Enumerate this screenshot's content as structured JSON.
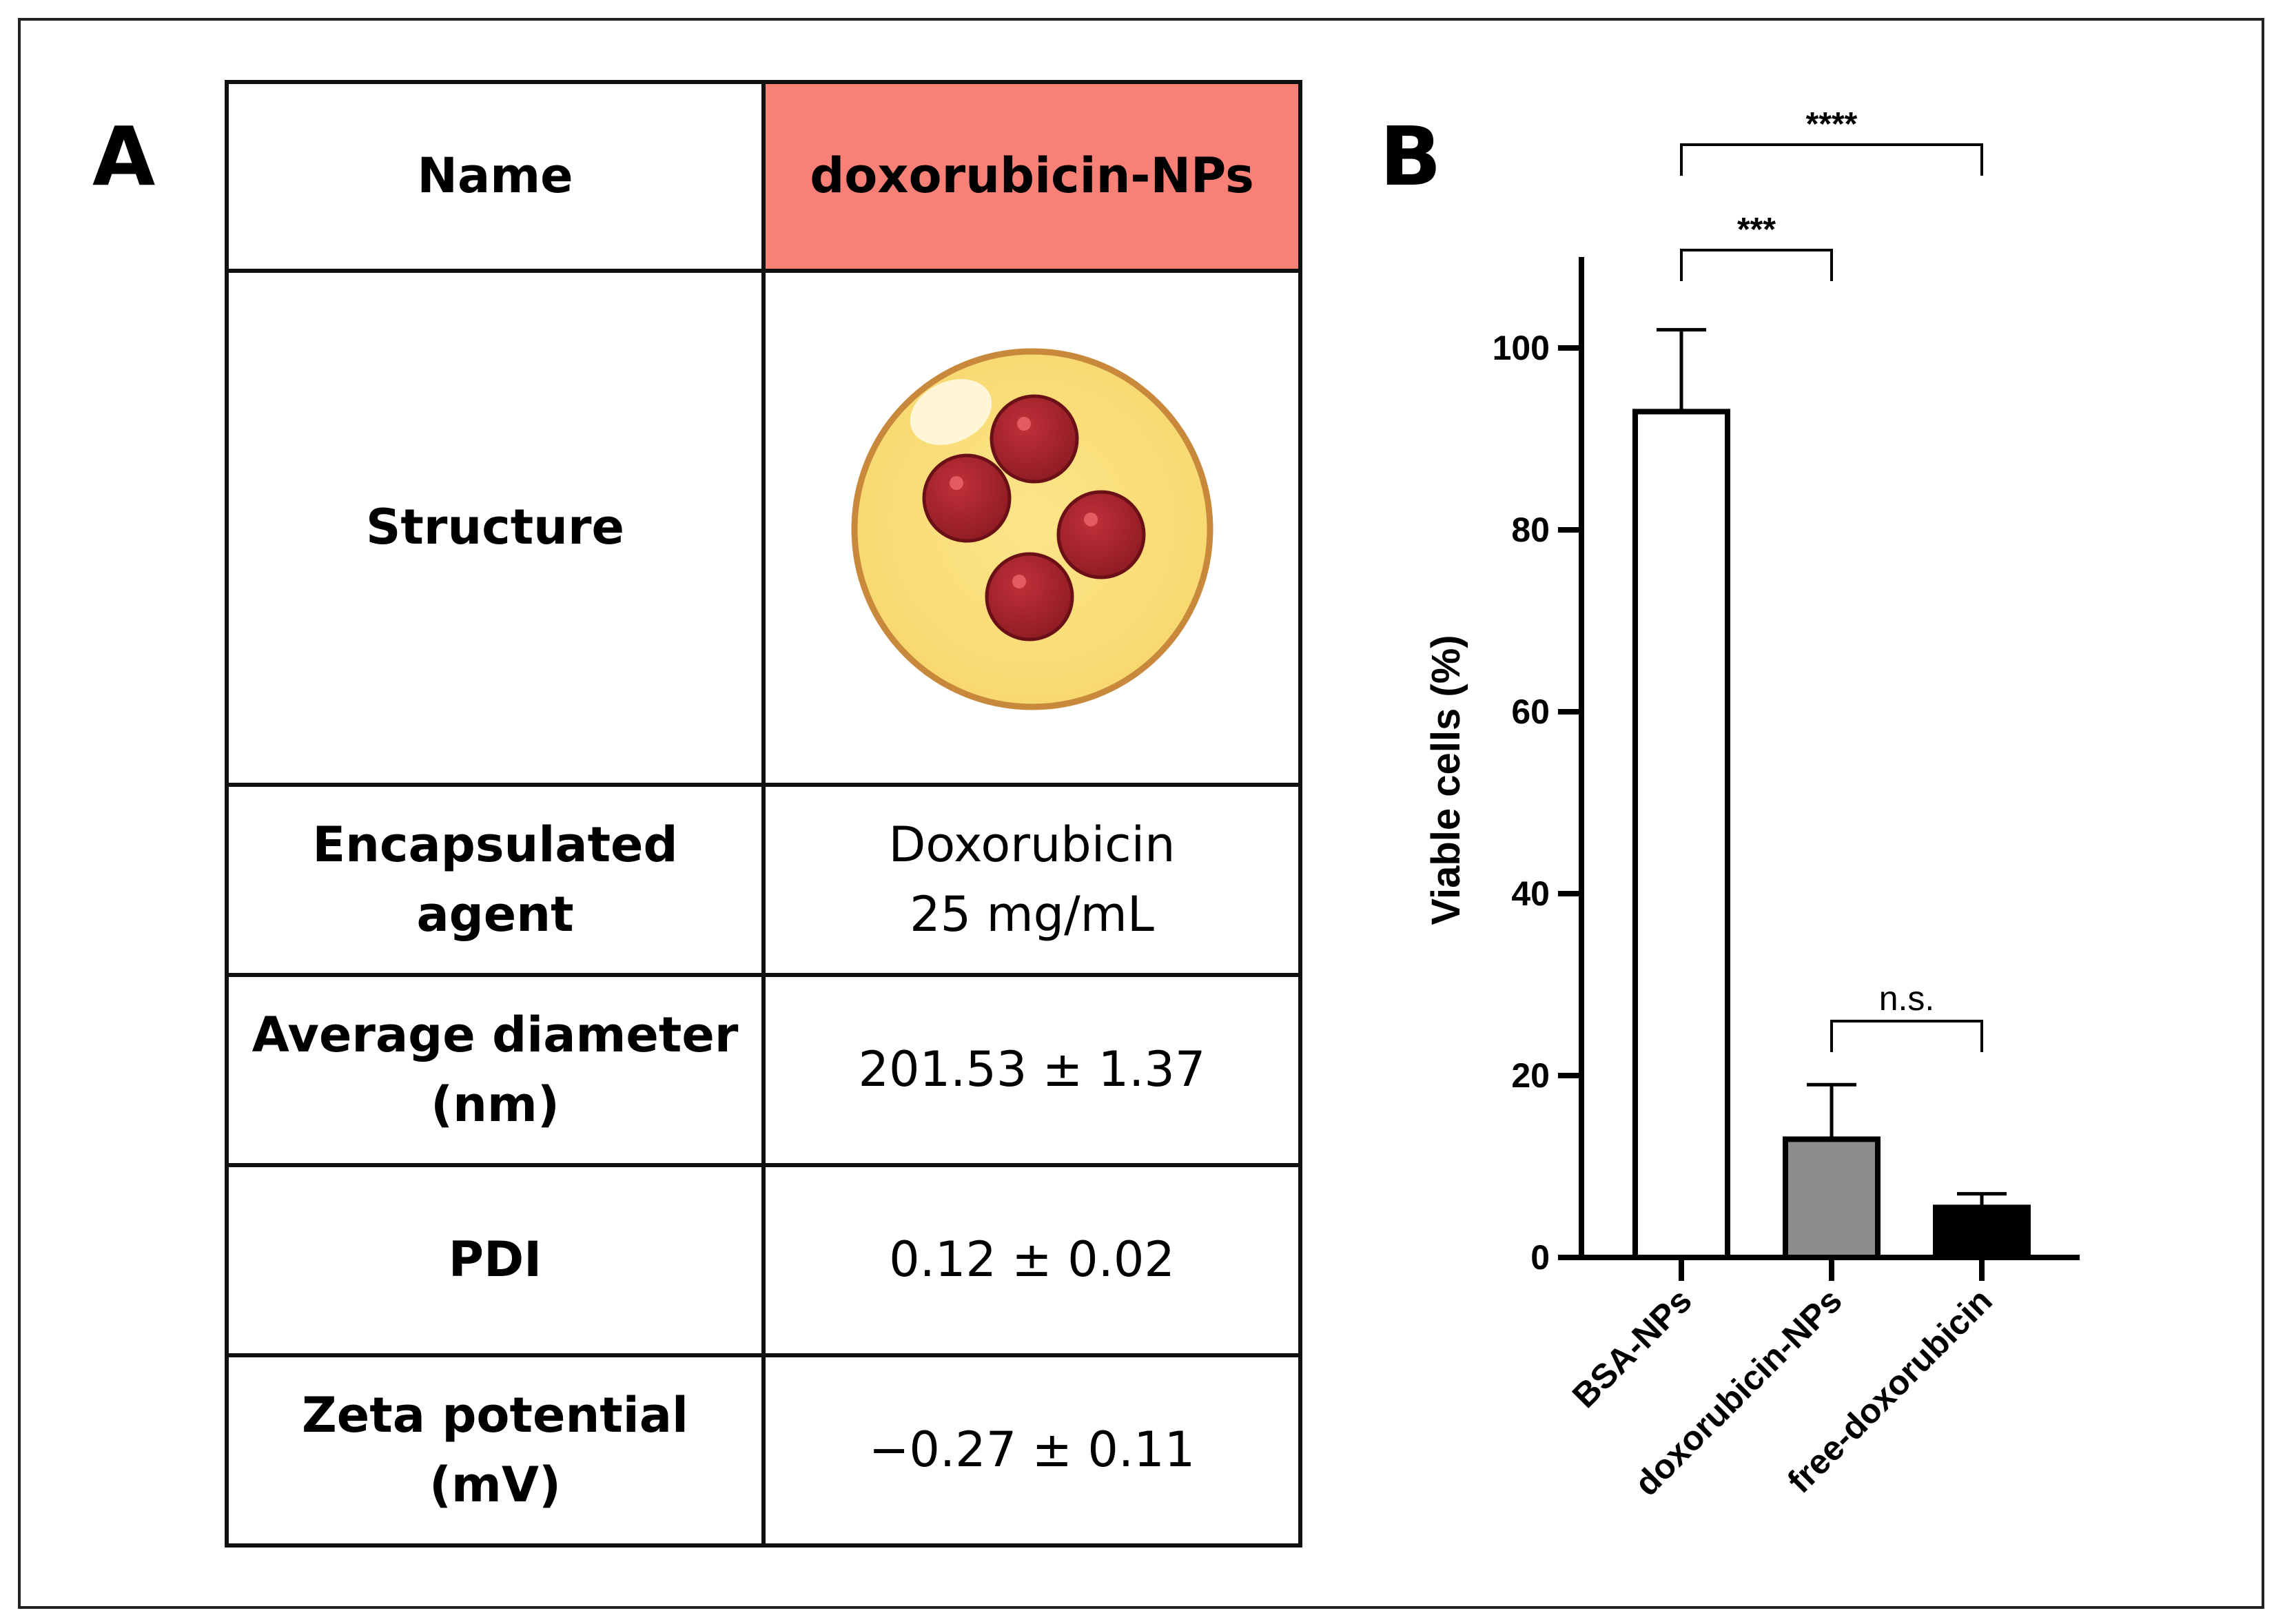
{
  "panel_a": {
    "letter": "A",
    "table": {
      "header": {
        "label": "Name",
        "value": "doxorubicin-NPs"
      },
      "structure_label": "Structure",
      "rows": [
        {
          "label_lines": [
            "Encapsulated",
            "agent"
          ],
          "value_lines": [
            "Doxorubicin",
            "25 mg/mL"
          ]
        },
        {
          "label_lines": [
            "Average diameter",
            "(nm)"
          ],
          "value_lines": [
            "201.53 ± 1.37"
          ]
        },
        {
          "label_lines": [
            "PDI"
          ],
          "value_lines": [
            "0.12 ± 0.02"
          ]
        },
        {
          "label_lines": [
            "Zeta potential",
            "(mV)"
          ],
          "value_lines": [
            "−0.27 ± 0.11"
          ]
        }
      ],
      "header_color": "#f98076"
    },
    "structure_icon": "nanoparticle-with-drug-spheres-icon"
  },
  "panel_b": {
    "letter": "B"
  },
  "chart_data": {
    "type": "bar",
    "categories": [
      "BSA-NPs",
      "doxorubicin-NPs",
      "free-doxorubicin"
    ],
    "values": [
      93,
      13,
      5.5
    ],
    "errors": [
      9,
      6,
      1.5
    ],
    "colors": [
      "#ffffff",
      "#8c8c8c",
      "#000000"
    ],
    "ylabel": "Viable cells (%)",
    "xlabel": "",
    "ylim": [
      0,
      110
    ],
    "yticks": [
      0,
      20,
      40,
      60,
      80,
      100
    ],
    "grid": false,
    "significance": [
      {
        "from": 0,
        "to": 1,
        "label": "***"
      },
      {
        "from": 0,
        "to": 2,
        "label": "****"
      },
      {
        "from": 1,
        "to": 2,
        "label": "n.s."
      }
    ]
  }
}
